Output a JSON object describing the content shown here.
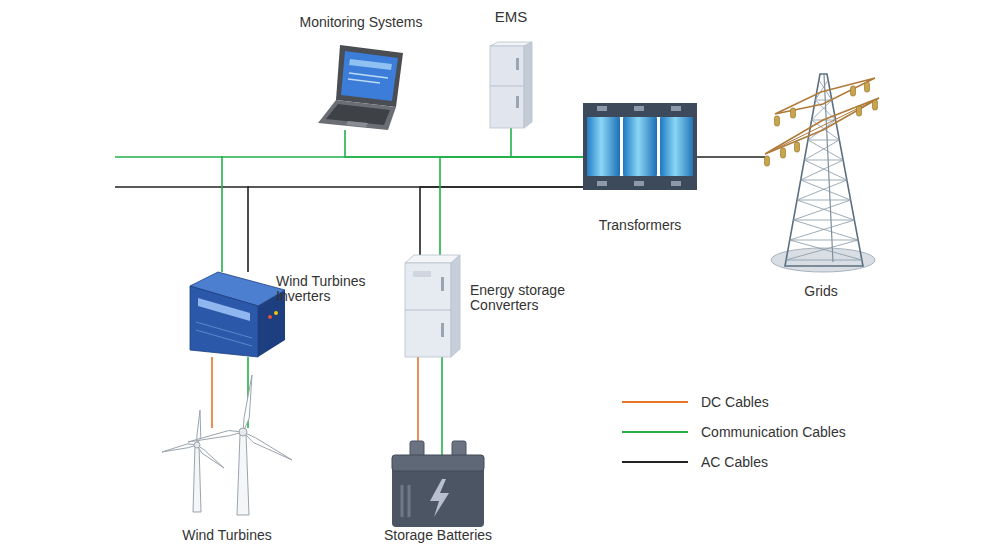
{
  "diagram": {
    "nodes": [
      {
        "text": [
          "Monitoring Systems"
        ]
      },
      {
        "text": [
          "EMS"
        ]
      },
      {
        "text": [
          "Wind Turbines Inverters"
        ]
      },
      {
        "text": [
          "Energy storage Converters"
        ]
      },
      {
        "text": [
          "Transformers"
        ]
      },
      {
        "text": [
          "Grids"
        ]
      },
      {
        "text": [
          "Wind Turbines"
        ]
      },
      {
        "text": [
          "Storage Batteries"
        ]
      }
    ],
    "edges": [
      {
        "from": 2,
        "to": 4,
        "arrow": "none"
      },
      {
        "from": 3,
        "to": 4,
        "arrow": "none"
      },
      {
        "from": 4,
        "to": 5,
        "arrow": "none"
      },
      {
        "from": 0,
        "to": 4,
        "arrow": "none"
      },
      {
        "from": 1,
        "to": 4,
        "arrow": "none"
      },
      {
        "from": 2,
        "to": 4,
        "arrow": "none"
      },
      {
        "from": 3,
        "to": 4,
        "arrow": "none"
      },
      {
        "from": 6,
        "to": 2,
        "arrow": "none"
      },
      {
        "from": 6,
        "to": 2,
        "arrow": "none"
      },
      {
        "from": 7,
        "to": 3,
        "arrow": "none"
      },
      {
        "from": 7,
        "to": 3,
        "arrow": "none"
      }
    ],
    "legend": [
      {
        "text": "DC Cables"
      },
      {
        "text": "Communication Cables"
      },
      {
        "text": "AC Cables"
      }
    ]
  }
}
